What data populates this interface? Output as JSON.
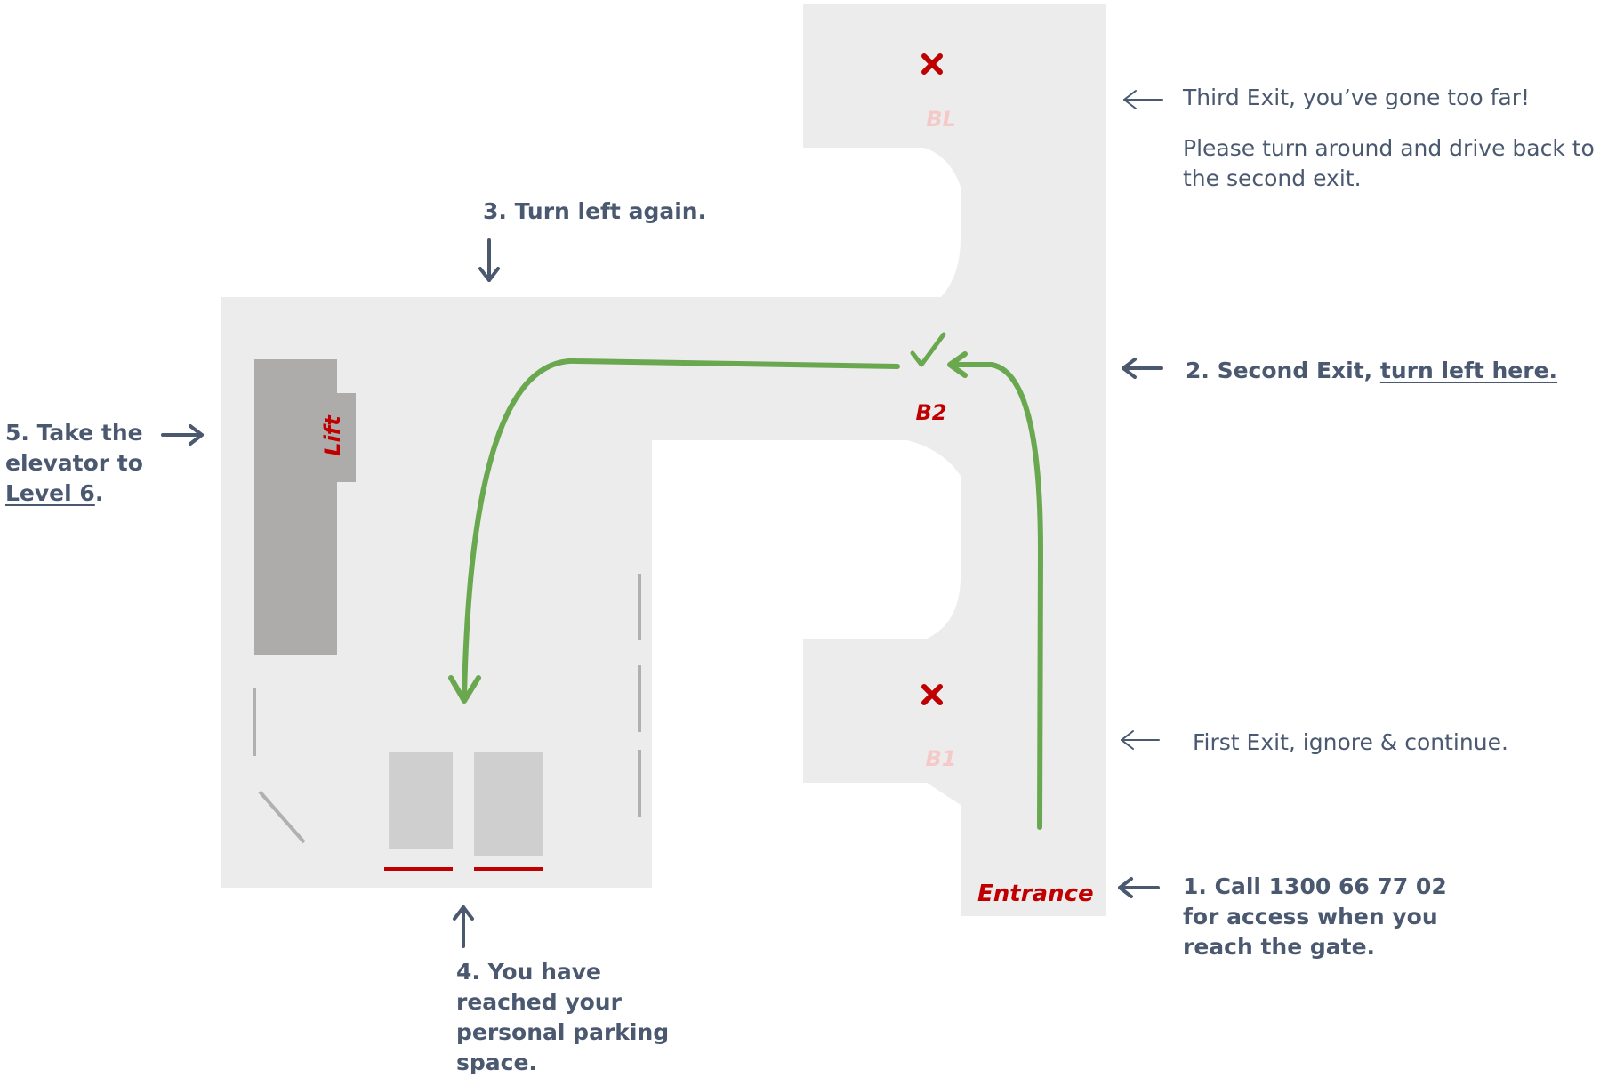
{
  "labels": {
    "exit_third": "BL",
    "exit_second": "B2",
    "exit_first": "B1",
    "entrance": "Entrance",
    "lift": "Lift"
  },
  "notes": {
    "third_exit": {
      "line1": "Third Exit, you’ve gone too far!",
      "line2": "Please turn around and drive back to",
      "line3": "the second exit."
    },
    "step3": "3. Turn left again.",
    "step2": {
      "prefix": "2. Second Exit, ",
      "link": "turn left here."
    },
    "step5": {
      "line1": "5. Take the",
      "line2": "elevator to",
      "link": "Level 6",
      "suffix": "."
    },
    "first_exit": "First Exit, ignore & continue.",
    "step1": {
      "line1": "1. Call 1300 66 77 02",
      "line2": "for access when you",
      "line3": "reach the gate."
    },
    "step4": {
      "line1": "4. You have",
      "line2": "reached your",
      "line3": "personal parking",
      "line4": "space."
    }
  },
  "colors": {
    "floor": "#ececec",
    "route": "#6aa84f",
    "marker_red": "#c00000",
    "faded_red": "#f6c9c9",
    "lift_block": "#aeabab",
    "parking_bay": "#d0cfd0",
    "wall_line": "#b0b0b0",
    "text": "#4a5870"
  },
  "icons": {
    "blocked": "cross-icon",
    "go": "checkmark-icon",
    "direction": "arrow-icon"
  }
}
